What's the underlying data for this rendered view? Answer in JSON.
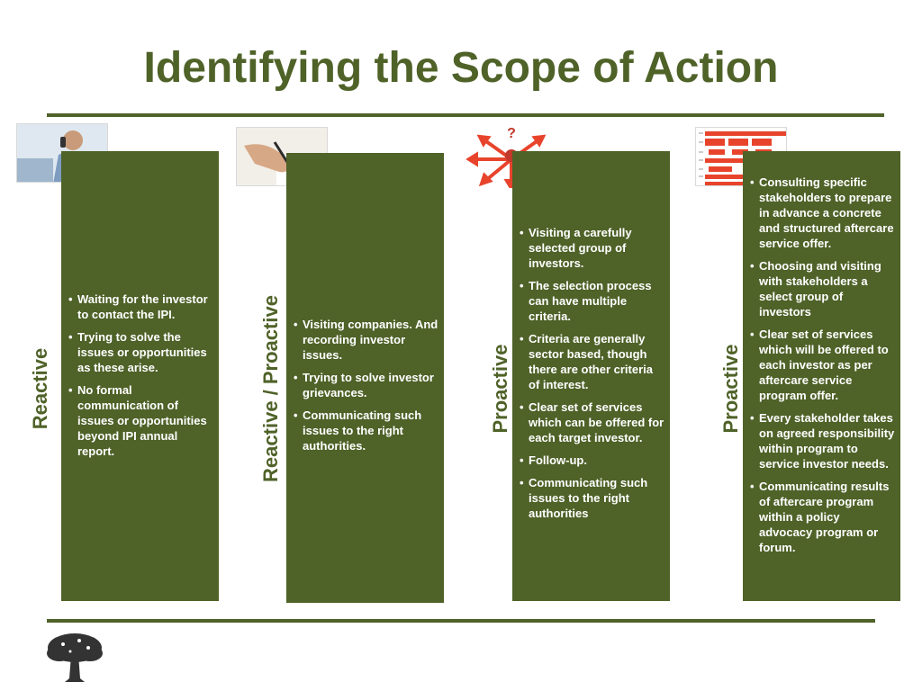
{
  "slide": {
    "title": "Identifying the Scope of Action"
  },
  "columns": [
    {
      "label": "Reactive",
      "bullets": [
        "Waiting for the investor to contact the IPI.",
        "Trying to solve the issues or opportunities as these arise.",
        "No formal communication of issues or opportunities beyond IPI annual report."
      ]
    },
    {
      "label": "Reactive / Proactive",
      "bullets": [
        "Visiting companies. And recording investor issues.",
        "Trying to solve investor grievances.",
        "Communicating such issues to the right authorities."
      ]
    },
    {
      "label": "Proactive",
      "bullets": [
        "Visiting a carefully selected group of investors.",
        "The selection process can have multiple criteria.",
        "Criteria are generally sector based, though there are other criteria of interest.",
        "Clear set of services which can be offered for each target investor.",
        "Follow-up.",
        "Communicating such issues to the right authorities"
      ]
    },
    {
      "label": "Proactive",
      "bullets": [
        "Consulting specific stakeholders to prepare in advance a concrete  and structured aftercare service offer.",
        "Choosing and visiting with stakeholders a select group of investors",
        "Clear set of services which will be offered to each investor as per aftercare service program offer.",
        "Every stakeholder takes on agreed responsibility within program to service investor needs.",
        "Communicating results of aftercare program within a policy advocacy program or forum."
      ]
    }
  ],
  "images": {
    "col1": "businessman-on-phone-photo",
    "col2": "hand-writing-photo",
    "col3": "question-arrows-graphic",
    "col4": "org-chart-graphic",
    "footer": "tree-logo"
  },
  "colors": {
    "accent": "#4f6228",
    "text_on_panel": "#ffffff",
    "graphic_red": "#e8442c"
  }
}
